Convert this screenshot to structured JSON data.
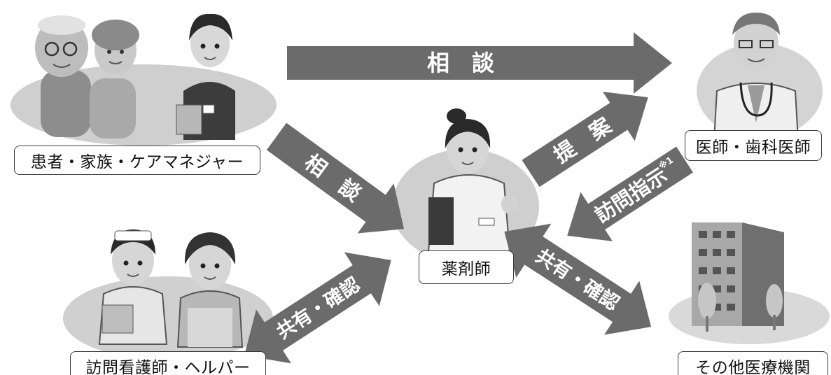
{
  "nodes": {
    "patients": "患者・家族・ケアマネジャー",
    "doctors": "医師・歯科医師",
    "pharmacist": "薬剤師",
    "nurses": "訪問看護師・ヘルパー",
    "institutions": "その他医療機関"
  },
  "arrows": {
    "top_consult": "相　談",
    "left_consult": "相　談",
    "proposal": "提　案",
    "visit_instruction": "訪問指示",
    "visit_instruction_note": "※1",
    "share_left": "共有・確認",
    "share_right": "共有・確認"
  },
  "colors": {
    "arrow": "#6b6b6b",
    "ellipse": "#cfcfcf",
    "label_border": "#3a3a3a"
  }
}
